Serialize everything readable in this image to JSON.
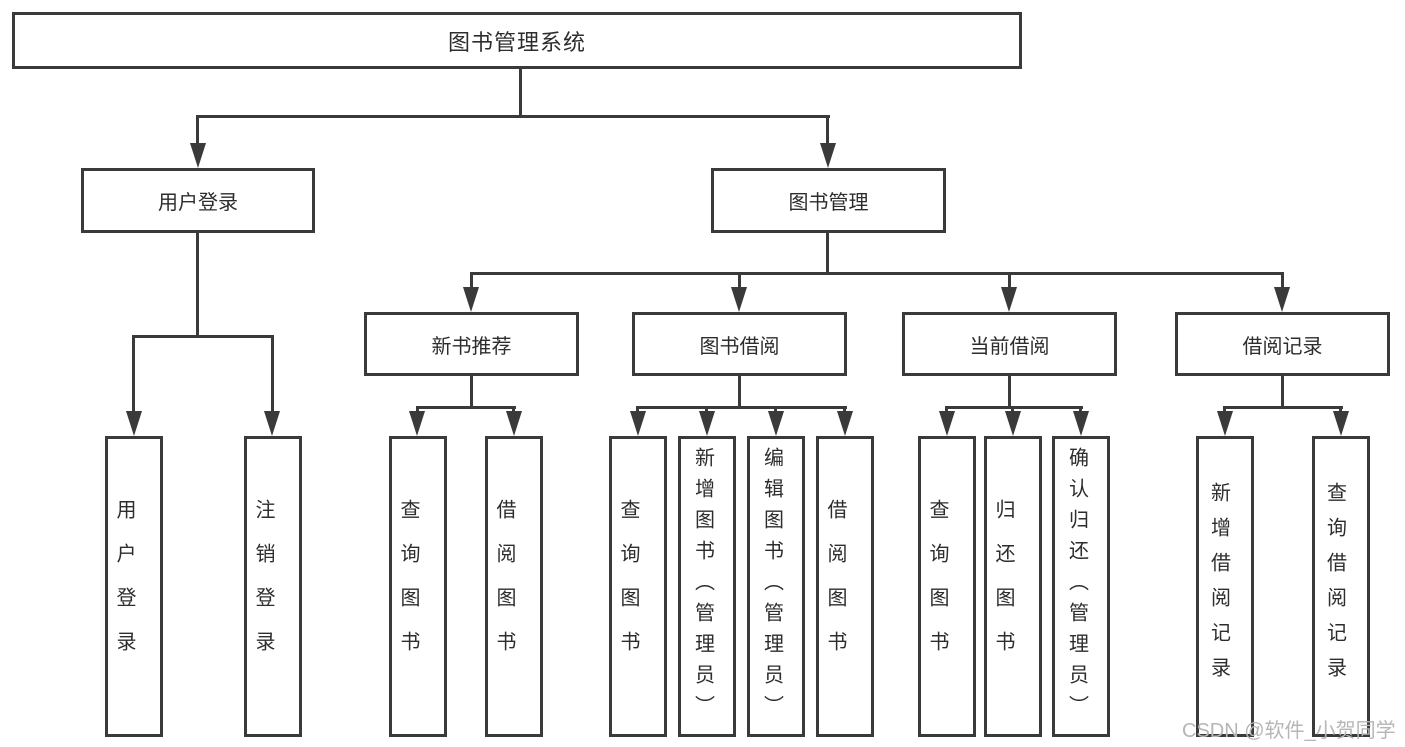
{
  "diagram": {
    "root": {
      "label": "图书管理系统"
    },
    "level1": [
      {
        "label": "用户登录"
      },
      {
        "label": "图书管理"
      }
    ],
    "level2": [
      {
        "label": "新书推荐"
      },
      {
        "label": "图书借阅"
      },
      {
        "label": "当前借阅"
      },
      {
        "label": "借阅记录"
      }
    ],
    "leaves": [
      {
        "parent": "用户登录",
        "label": "用户登录"
      },
      {
        "parent": "用户登录",
        "label": "注销登录"
      },
      {
        "parent": "新书推荐",
        "label": "查询图书"
      },
      {
        "parent": "新书推荐",
        "label": "借阅图书"
      },
      {
        "parent": "图书借阅",
        "label": "查询图书"
      },
      {
        "parent": "图书借阅",
        "label": "新增图书（管理员）"
      },
      {
        "parent": "图书借阅",
        "label": "编辑图书（管理员）"
      },
      {
        "parent": "图书借阅",
        "label": "借阅图书"
      },
      {
        "parent": "当前借阅",
        "label": "查询图书"
      },
      {
        "parent": "当前借阅",
        "label": "归还图书"
      },
      {
        "parent": "当前借阅",
        "label": "确认归还（管理员）"
      },
      {
        "parent": "借阅记录",
        "label": "新增借阅记录"
      },
      {
        "parent": "借阅记录",
        "label": "查询借阅记录"
      }
    ]
  },
  "watermark": {
    "label": "CSDN @软件_小贺同学"
  },
  "colors": {
    "line": "#3a3a3a",
    "text": "#2d2d2d",
    "background": "#ffffff",
    "watermark": "#b6b6b6"
  }
}
